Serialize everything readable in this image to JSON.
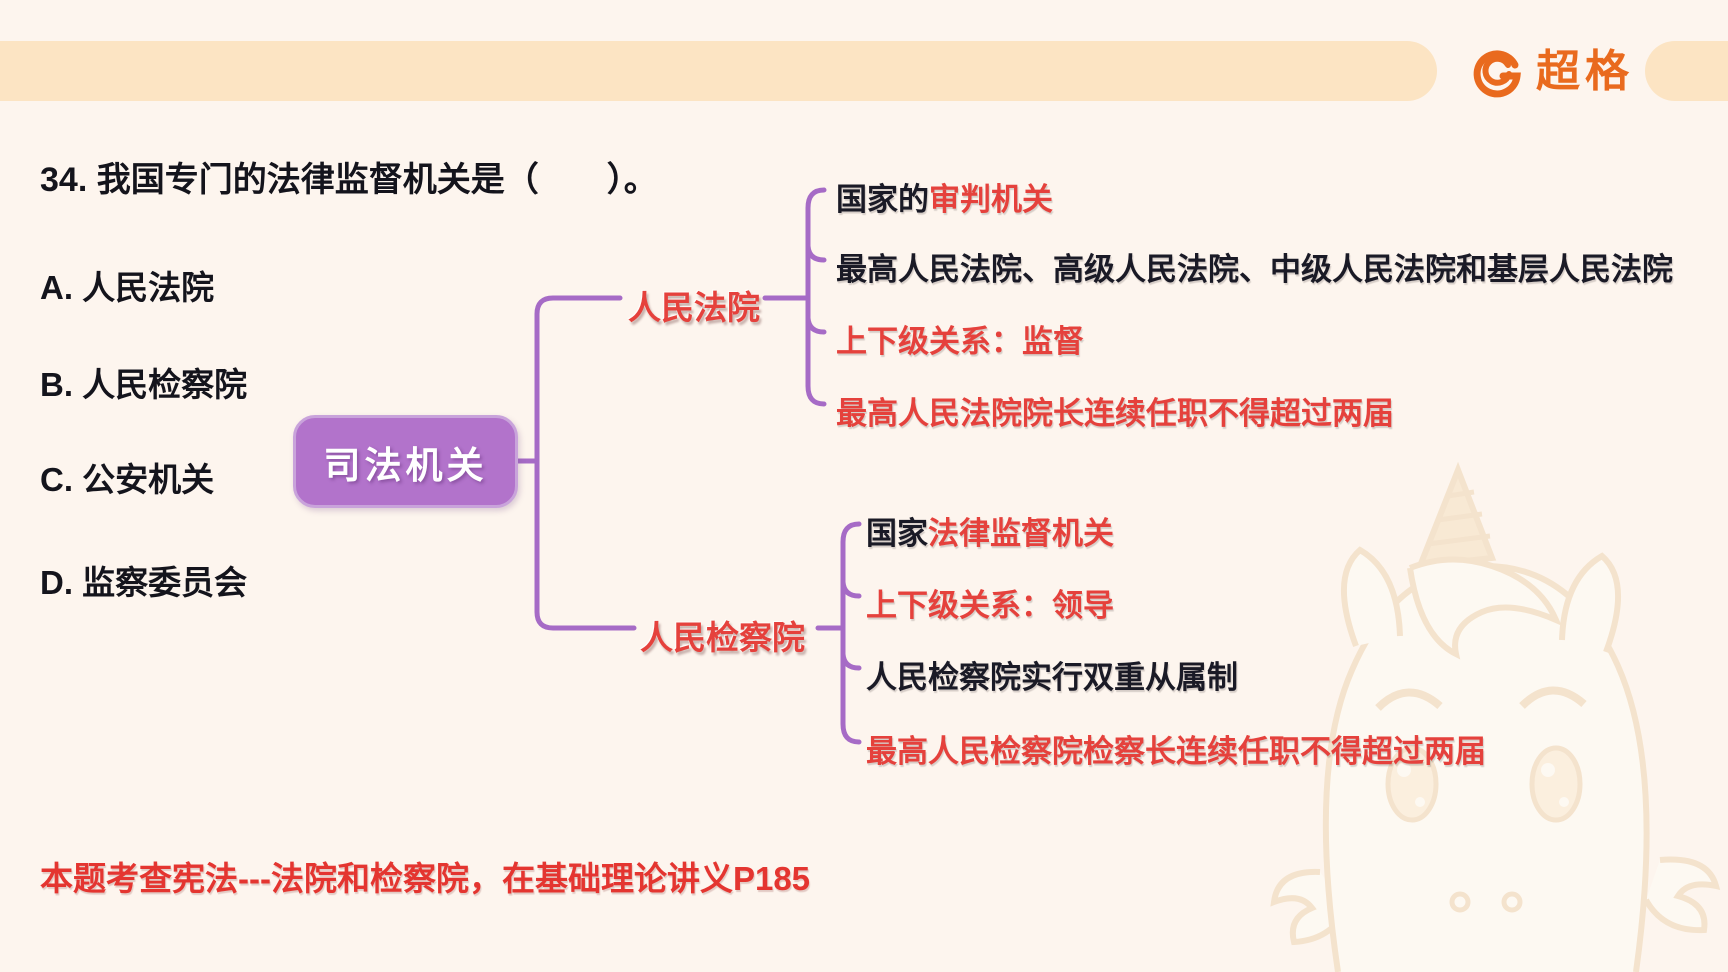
{
  "brand": {
    "name": "超格",
    "logo_color": "#E96A1E",
    "band_color": "#FCE4C3"
  },
  "question": {
    "text": "34. 我国专门的法律监督机关是（　　）。"
  },
  "options": [
    {
      "text": "A. 人民法院"
    },
    {
      "text": "B. 人民检察院"
    },
    {
      "text": "C. 公安机关"
    },
    {
      "text": "D. 监察委员会"
    }
  ],
  "mindmap": {
    "root_label": "司法机关",
    "line_color": "#A66BC6",
    "root_fill": "#B273CB",
    "red_color": "#E5413C",
    "branches": [
      {
        "label": "人民法院",
        "children": [
          {
            "segments": [
              {
                "text": "国家的",
                "color": "dark"
              },
              {
                "text": "审判机关",
                "color": "red"
              }
            ]
          },
          {
            "segments": [
              {
                "text": "最高人民法院、高级人民法院、中级人民法院和基层人民法院",
                "color": "dark"
              }
            ]
          },
          {
            "segments": [
              {
                "text": "上下级关系：监督",
                "color": "red"
              }
            ]
          },
          {
            "segments": [
              {
                "text": "最高人民法院院长连续任职不得超过两届",
                "color": "red"
              }
            ]
          }
        ]
      },
      {
        "label": "人民检察院",
        "children": [
          {
            "segments": [
              {
                "text": "国家",
                "color": "dark"
              },
              {
                "text": "法律监督机关",
                "color": "red"
              }
            ]
          },
          {
            "segments": [
              {
                "text": "上下级关系：领导",
                "color": "red"
              }
            ]
          },
          {
            "segments": [
              {
                "text": "人民检察院实行双重从属制",
                "color": "dark"
              }
            ]
          },
          {
            "segments": [
              {
                "text": "最高人民检察院检察长连续任职不得超过两届",
                "color": "red"
              }
            ]
          }
        ]
      }
    ]
  },
  "note": {
    "text": "本题考查宪法---法院和检察院，在基础理论讲义P185"
  }
}
